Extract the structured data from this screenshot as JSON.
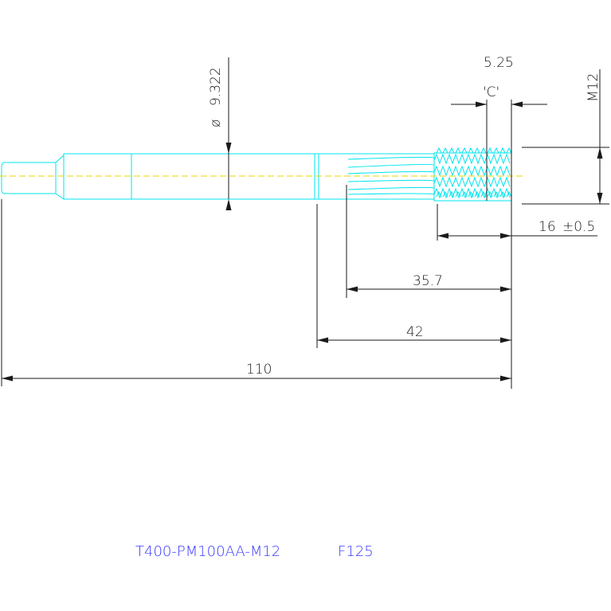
{
  "drawing": {
    "part_number": "T400-PM100AA-M12",
    "code": "F125",
    "dimensions": {
      "diameter_symbol": "ø",
      "diameter": "9.322",
      "chamfer_length": "5.25",
      "chamfer_label": "'C'",
      "thread_size": "M12",
      "thread_length": "16",
      "thread_tolerance": "±0.5",
      "flute_length": "35.7",
      "neck_length": "42",
      "overall_length": "110"
    }
  },
  "colors": {
    "outline": "#00e5ee",
    "dimension": "#1a1a1a",
    "centerline": "#e8d400",
    "title": "#3a3aff"
  }
}
